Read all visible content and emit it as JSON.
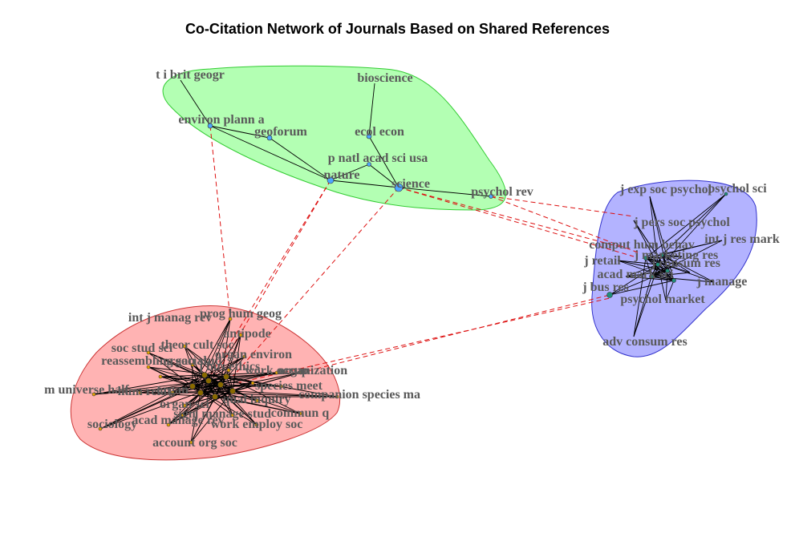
{
  "title": "Co-Citation Network of Journals Based on Shared References",
  "colors": {
    "cluster_green": "#b3ffb3",
    "cluster_green_border": "#33cc33",
    "cluster_blue": "#b3b3ff",
    "cluster_blue_border": "#3333cc",
    "cluster_red": "#ffb3b3",
    "cluster_red_border": "#cc3333",
    "node_green": "#4da6ff",
    "node_blue": "#1f8f7a",
    "node_red": "#e6a400",
    "between_edge": "#dd1111"
  },
  "clusters": {
    "green": {
      "nodes": [
        "t i brit geogr",
        "bioscience",
        "environ plann a",
        "geoforum",
        "ecol econ",
        "p natl acad sci usa",
        "nature",
        "science",
        "psychol rev"
      ]
    },
    "blue": {
      "nodes": [
        "j exp soc psychol",
        "psychol sci",
        "j pers soc psychol",
        "int j res mark",
        "comput hum behav",
        "j marketing res",
        "j retail",
        "j consum res",
        "acad mark sci",
        "j bus res",
        "j manage",
        "psychol market",
        "adv consum res"
      ]
    },
    "red": {
      "nodes": [
        "int j manag rev",
        "prog hum geog",
        "antipode",
        "soc stud sci",
        "theor cult soc",
        "organ environ",
        "reassembling social",
        "organ stud",
        "j bus ethics",
        "work occup",
        "organization",
        "m universe half",
        "hum relat",
        "species meet",
        "companion species ma",
        "organ",
        "organ sci",
        "qual inquiry",
        "sign",
        "j manage stud",
        "commun q",
        "sociology",
        "acad manage rev",
        "work employ soc",
        "account org soc"
      ]
    }
  }
}
